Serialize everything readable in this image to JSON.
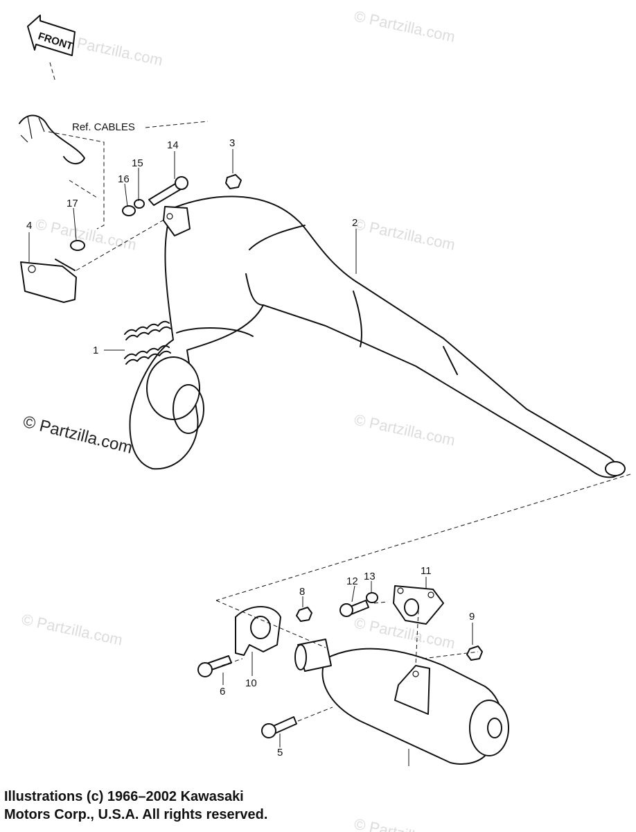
{
  "front_marker": {
    "text": "FRONT"
  },
  "reference_note": "Ref. CABLES",
  "callouts": [
    "1",
    "2",
    "3",
    "4",
    "5",
    "6",
    "8",
    "9",
    "10",
    "11",
    "12",
    "13",
    "14",
    "15",
    "16",
    "17"
  ],
  "watermarks": {
    "faint": "© Partzilla.com",
    "strong": "© Partzilla.com"
  },
  "copyright": {
    "line1": "Illustrations (c) 1966–2002 Kawasaki",
    "line2": "Motors Corp., U.S.A.  All rights reserved."
  }
}
